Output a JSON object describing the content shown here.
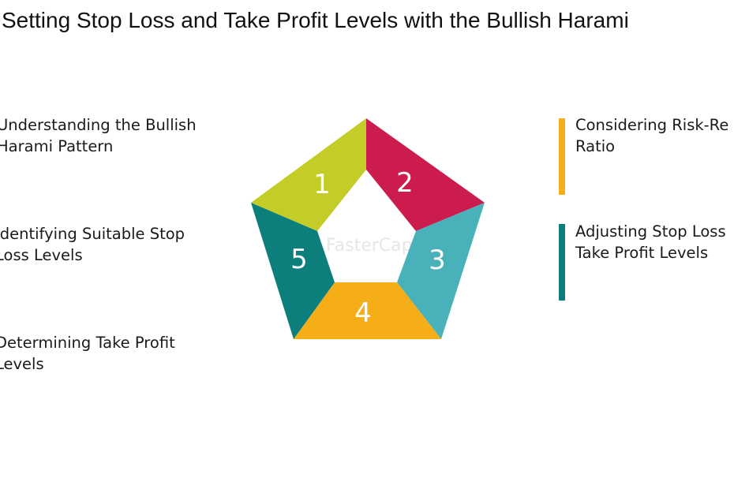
{
  "title": "Setting Stop Loss and Take Profit Levels with the Bullish Harami",
  "left_items": [
    {
      "text": "Understanding the Bullish\nHarami Pattern"
    },
    {
      "text": "Identifying Suitable Stop\nLoss Levels"
    },
    {
      "text": "Determining Take Profit\nLevels"
    }
  ],
  "right_items": [
    {
      "text": "Considering Risk-Re\nRatio",
      "bar_color": "#f5ae17"
    },
    {
      "text": "Adjusting Stop Loss\nTake Profit Levels",
      "bar_color": "#0c7f7c"
    }
  ],
  "segments": [
    {
      "number": "1",
      "color": "#c4cd27"
    },
    {
      "number": "2",
      "color": "#cc1c4e"
    },
    {
      "number": "3",
      "color": "#48b1b9"
    },
    {
      "number": "4",
      "color": "#f5ae17"
    },
    {
      "number": "5",
      "color": "#0c7f7c"
    }
  ],
  "watermark": "FasterCapital"
}
